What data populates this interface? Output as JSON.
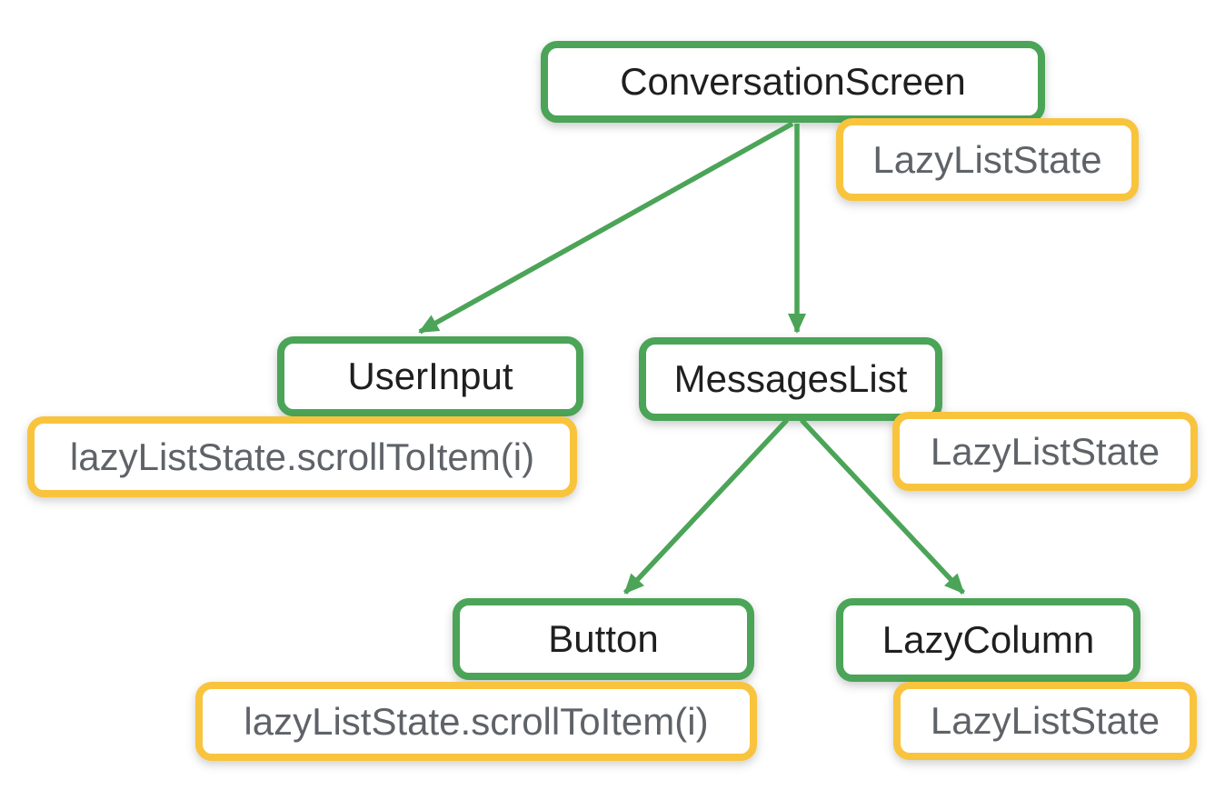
{
  "colors": {
    "node_border": "#4BA457",
    "badge_border": "#F9C43D",
    "edge": "#4BA457",
    "node_text": "#1F1F1F",
    "badge_text": "#5F6368",
    "background": "#FFFFFF"
  },
  "tree": {
    "nodes": [
      {
        "id": "conversation-screen",
        "label": "ConversationScreen"
      },
      {
        "id": "user-input",
        "label": "UserInput"
      },
      {
        "id": "messages-list",
        "label": "MessagesList"
      },
      {
        "id": "button",
        "label": "Button"
      },
      {
        "id": "lazy-column",
        "label": "LazyColumn"
      }
    ],
    "badges": [
      {
        "attached_to": "conversation-screen",
        "label": "LazyListState"
      },
      {
        "attached_to": "user-input",
        "label": "lazyListState.scrollToItem(i)"
      },
      {
        "attached_to": "messages-list",
        "label": "LazyListState"
      },
      {
        "attached_to": "button",
        "label": "lazyListState.scrollToItem(i)"
      },
      {
        "attached_to": "lazy-column",
        "label": "LazyListState"
      }
    ],
    "edges": [
      {
        "from": "conversation-screen",
        "to": "user-input"
      },
      {
        "from": "conversation-screen",
        "to": "messages-list"
      },
      {
        "from": "messages-list",
        "to": "button"
      },
      {
        "from": "messages-list",
        "to": "lazy-column"
      }
    ]
  }
}
